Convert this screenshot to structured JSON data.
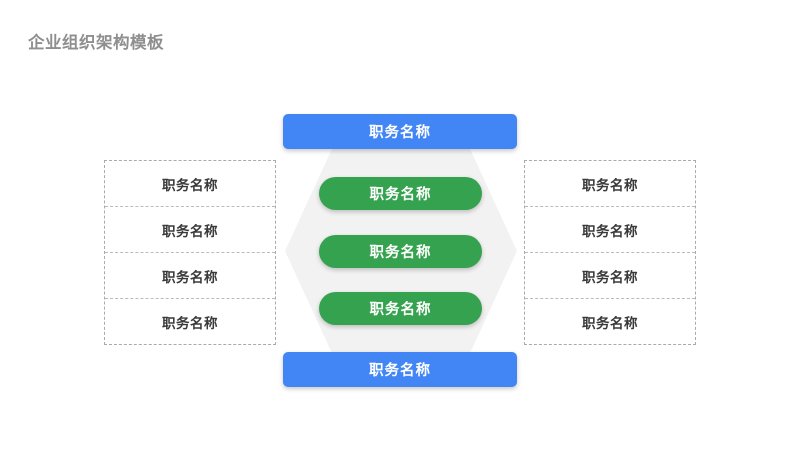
{
  "slide": {
    "title": "企业组织架构模板",
    "background_color": "#ffffff",
    "title_color": "#8f8f8f"
  },
  "colors": {
    "blue": "#4285f4",
    "green": "#35a24f",
    "hexagon": "#f2f2f2",
    "dashed_border": "#aaaaaa",
    "row_text": "#3a3a3a"
  },
  "chart_data": {
    "type": "diagram",
    "title": "企业组织架构模板",
    "nodes": {
      "top": {
        "label": "职务名称",
        "color": "#4285f4",
        "shape": "rounded-rect"
      },
      "center": [
        {
          "label": "职务名称",
          "color": "#35a24f",
          "shape": "pill"
        },
        {
          "label": "职务名称",
          "color": "#35a24f",
          "shape": "pill"
        },
        {
          "label": "职务名称",
          "color": "#35a24f",
          "shape": "pill"
        }
      ],
      "bottom": {
        "label": "职务名称",
        "color": "#4285f4",
        "shape": "rounded-rect"
      },
      "left_panel": [
        {
          "label": "职务名称"
        },
        {
          "label": "职务名称"
        },
        {
          "label": "职务名称"
        },
        {
          "label": "职务名称"
        }
      ],
      "right_panel": [
        {
          "label": "职务名称"
        },
        {
          "label": "职务名称"
        },
        {
          "label": "职务名称"
        },
        {
          "label": "职务名称"
        }
      ]
    }
  }
}
